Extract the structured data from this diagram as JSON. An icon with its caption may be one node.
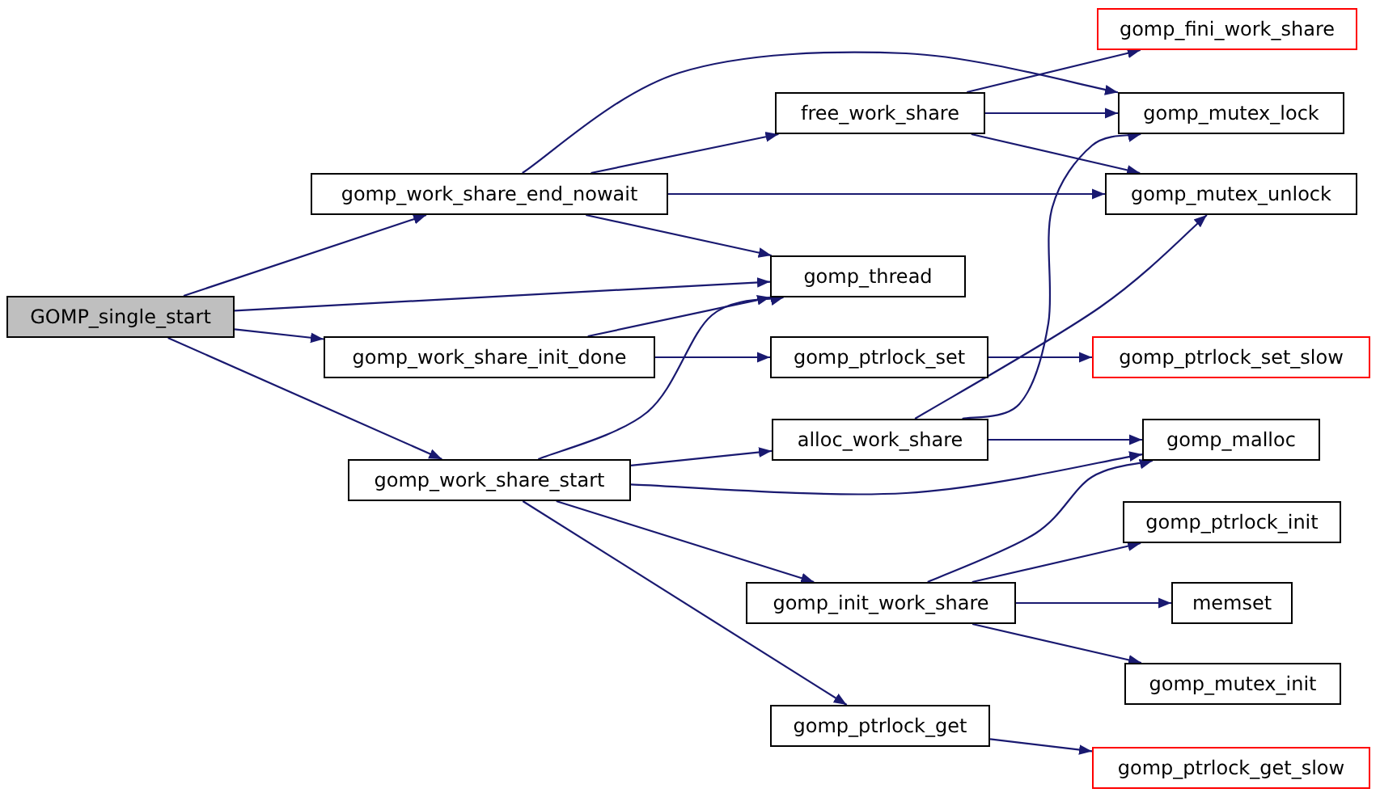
{
  "diagram": {
    "nodes": [
      {
        "text": [
          "GOMP_single_start"
        ]
      },
      {
        "text": [
          "gomp_work_share_end_nowait"
        ]
      },
      {
        "text": [
          "gomp_thread"
        ]
      },
      {
        "text": [
          "gomp_work_share_init_done"
        ]
      },
      {
        "text": [
          "gomp_work_share_start"
        ]
      },
      {
        "text": [
          "free_work_share"
        ]
      },
      {
        "text": [
          "gomp_fini_work_share"
        ]
      },
      {
        "text": [
          "gomp_mutex_lock"
        ]
      },
      {
        "text": [
          "gomp_mutex_unlock"
        ]
      },
      {
        "text": [
          "gomp_ptrlock_set"
        ]
      },
      {
        "text": [
          "gomp_ptrlock_set_slow"
        ]
      },
      {
        "text": [
          "alloc_work_share"
        ]
      },
      {
        "text": [
          "gomp_malloc"
        ]
      },
      {
        "text": [
          "gomp_init_work_share"
        ]
      },
      {
        "text": [
          "gomp_ptrlock_init"
        ]
      },
      {
        "text": [
          "memset"
        ]
      },
      {
        "text": [
          "gomp_mutex_init"
        ]
      },
      {
        "text": [
          "gomp_ptrlock_get"
        ]
      },
      {
        "text": [
          "gomp_ptrlock_get_slow"
        ]
      }
    ],
    "edges": [
      {
        "from": 0,
        "to": 1,
        "arrow": "to"
      },
      {
        "from": 0,
        "to": 2,
        "arrow": "to"
      },
      {
        "from": 0,
        "to": 3,
        "arrow": "to"
      },
      {
        "from": 0,
        "to": 4,
        "arrow": "to"
      },
      {
        "from": 1,
        "to": 5,
        "arrow": "to"
      },
      {
        "from": 1,
        "to": 7,
        "arrow": "to"
      },
      {
        "from": 1,
        "to": 8,
        "arrow": "to"
      },
      {
        "from": 1,
        "to": 2,
        "arrow": "to"
      },
      {
        "from": 5,
        "to": 6,
        "arrow": "to"
      },
      {
        "from": 5,
        "to": 7,
        "arrow": "to"
      },
      {
        "from": 5,
        "to": 8,
        "arrow": "to"
      },
      {
        "from": 3,
        "to": 2,
        "arrow": "to"
      },
      {
        "from": 3,
        "to": 9,
        "arrow": "to"
      },
      {
        "from": 9,
        "to": 10,
        "arrow": "to"
      },
      {
        "from": 4,
        "to": 2,
        "arrow": "to"
      },
      {
        "from": 4,
        "to": 11,
        "arrow": "to"
      },
      {
        "from": 4,
        "to": 12,
        "arrow": "to"
      },
      {
        "from": 4,
        "to": 13,
        "arrow": "to"
      },
      {
        "from": 4,
        "to": 17,
        "arrow": "to"
      },
      {
        "from": 11,
        "to": 7,
        "arrow": "to"
      },
      {
        "from": 11,
        "to": 8,
        "arrow": "to"
      },
      {
        "from": 11,
        "to": 12,
        "arrow": "to"
      },
      {
        "from": 13,
        "to": 12,
        "arrow": "to"
      },
      {
        "from": 13,
        "to": 14,
        "arrow": "to"
      },
      {
        "from": 13,
        "to": 15,
        "arrow": "to"
      },
      {
        "from": 13,
        "to": 16,
        "arrow": "to"
      },
      {
        "from": 17,
        "to": 18,
        "arrow": "to"
      }
    ]
  }
}
